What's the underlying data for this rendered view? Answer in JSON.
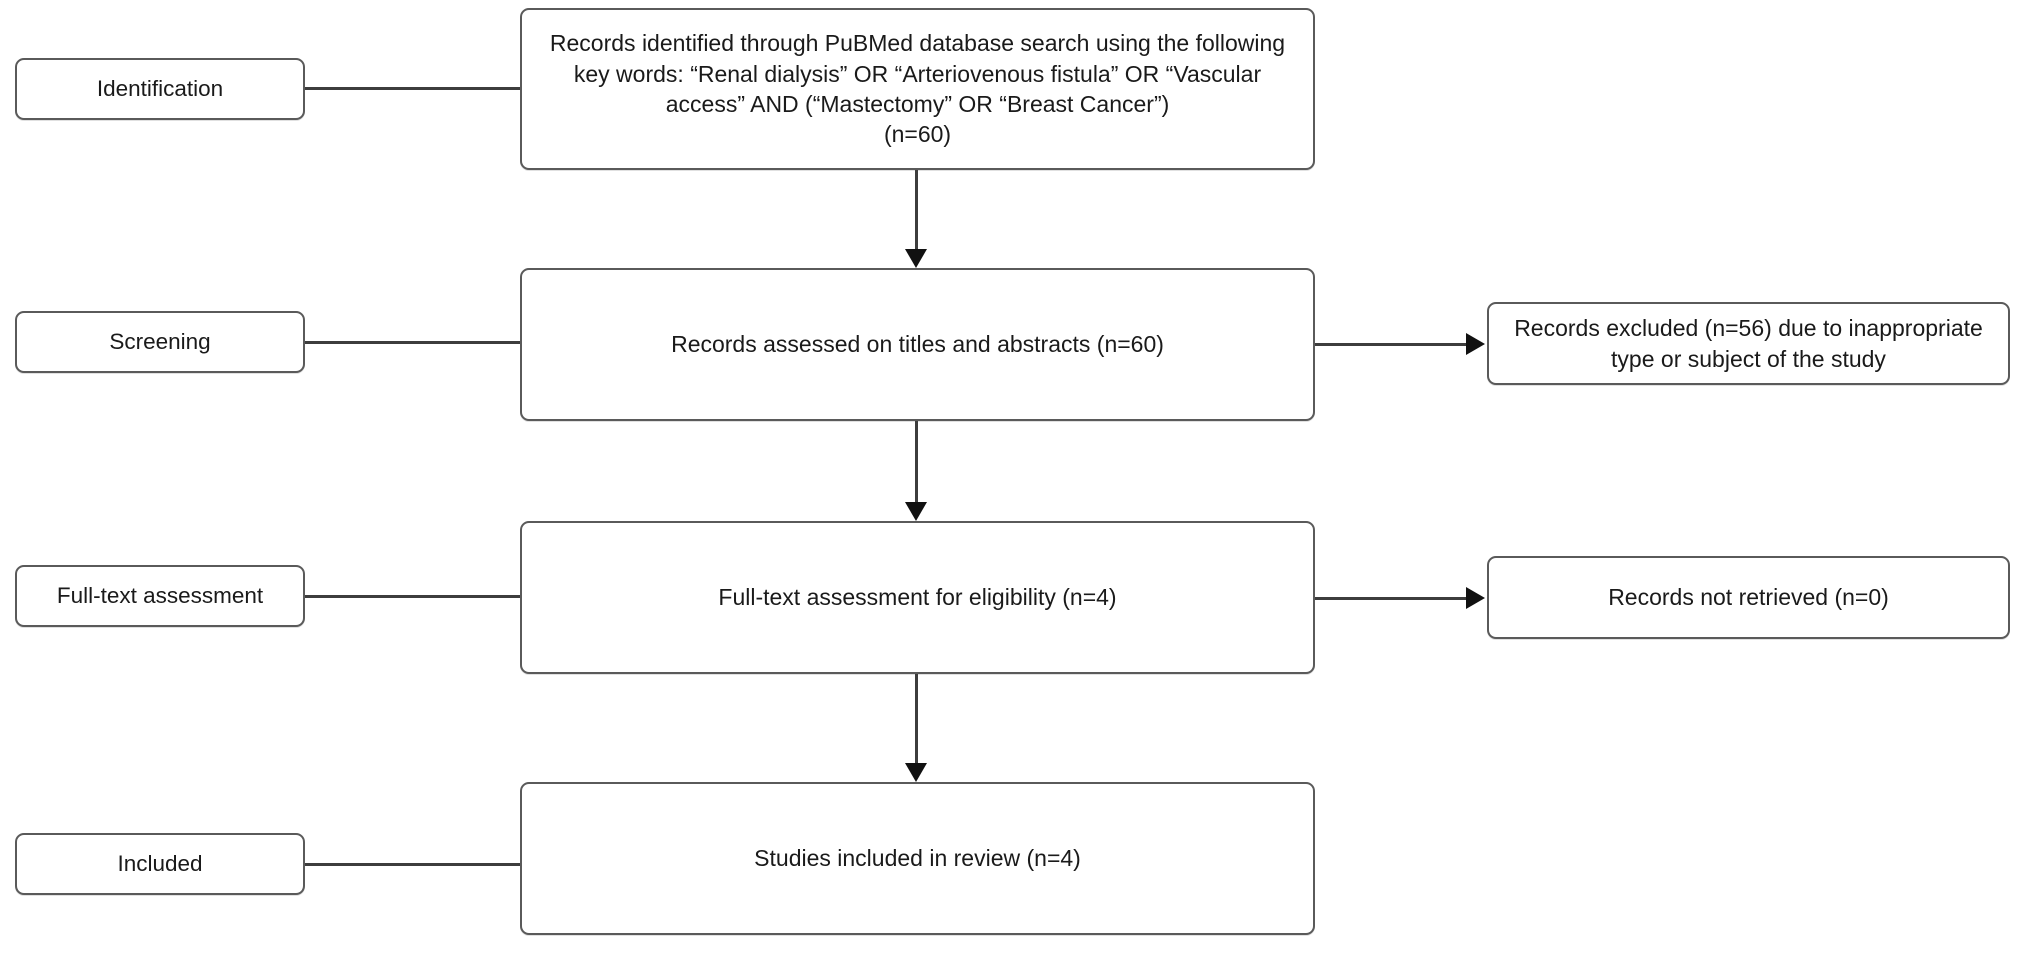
{
  "diagram": {
    "title": "PRISMA study selection flow diagram",
    "colors": {
      "box_border": "#5a5a5a",
      "connector": "#3d3d3d",
      "arrowhead": "#111111",
      "background": "#ffffff",
      "text": "#1a1a1a"
    },
    "stage_labels": [
      {
        "id": "identification",
        "label": "Identification"
      },
      {
        "id": "screening",
        "label": "Screening"
      },
      {
        "id": "full-text-assessment",
        "label": "Full-text assessment"
      },
      {
        "id": "included",
        "label": "Included"
      }
    ],
    "main_boxes": [
      {
        "id": "records-identified",
        "text": "Records identified through PuBMed database search using the following key words: “Renal dialysis” OR “Arteriovenous fistula” OR “Vascular access” AND (“Mastectomy” OR “Breast Cancer”)\n(n=60)",
        "count": 60
      },
      {
        "id": "records-assessed",
        "text": "Records assessed on titles and abstracts (n=60)",
        "count": 60
      },
      {
        "id": "full-text-eligibility",
        "text": "Full-text assessment for eligibility (n=4)",
        "count": 4
      },
      {
        "id": "studies-included",
        "text": "Studies included in review (n=4)",
        "count": 4
      }
    ],
    "side_boxes": [
      {
        "id": "records-excluded",
        "text": "Records excluded (n=56) due to inappropriate type or subject of the study",
        "count": 56
      },
      {
        "id": "records-not-retrieved",
        "text": "Records not retrieved (n=0)",
        "count": 0
      }
    ]
  }
}
